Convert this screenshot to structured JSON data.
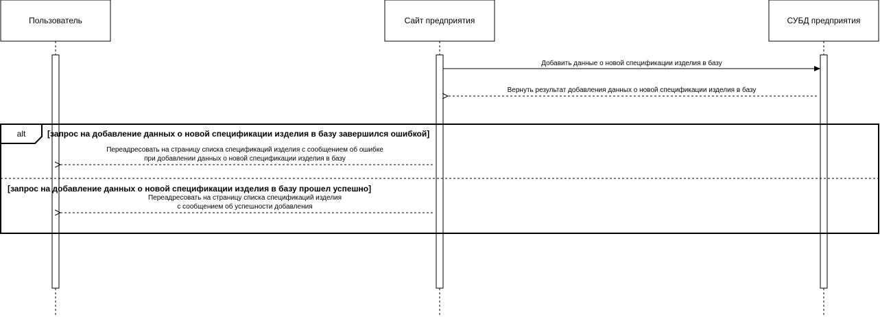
{
  "diagram": {
    "actors": [
      {
        "name": "Пользователь"
      },
      {
        "name": "Сайт предприятия"
      },
      {
        "name": "СУБД предприятия"
      }
    ],
    "messages": [
      {
        "label": "Добавить данные о новой спецификации изделия в базу",
        "style": "solid"
      },
      {
        "label": "Вернуть результат добавления данных о новой спецификации изделия в базу",
        "style": "dashed"
      }
    ],
    "alt": {
      "keyword": "alt",
      "branches": [
        {
          "guard": "[запрос на добавление данных о новой спецификации изделия в базу завершился ошибкой]",
          "message": {
            "line1": "Переадресовать на страницу списка спецификаций изделия с сообщением об ошибке",
            "line2": "при добавлении данных о новой спецификации изделия в базу"
          }
        },
        {
          "guard": "[запрос на добавление данных о новой спецификации изделия в базу прошел успешно]",
          "message": {
            "line1": "Переадресовать на страницу списка спецификаций изделия",
            "line2": "с сообщением об успешности добавления"
          }
        }
      ]
    },
    "colors": {
      "stroke": "#000000",
      "fill": "#ffffff"
    }
  }
}
